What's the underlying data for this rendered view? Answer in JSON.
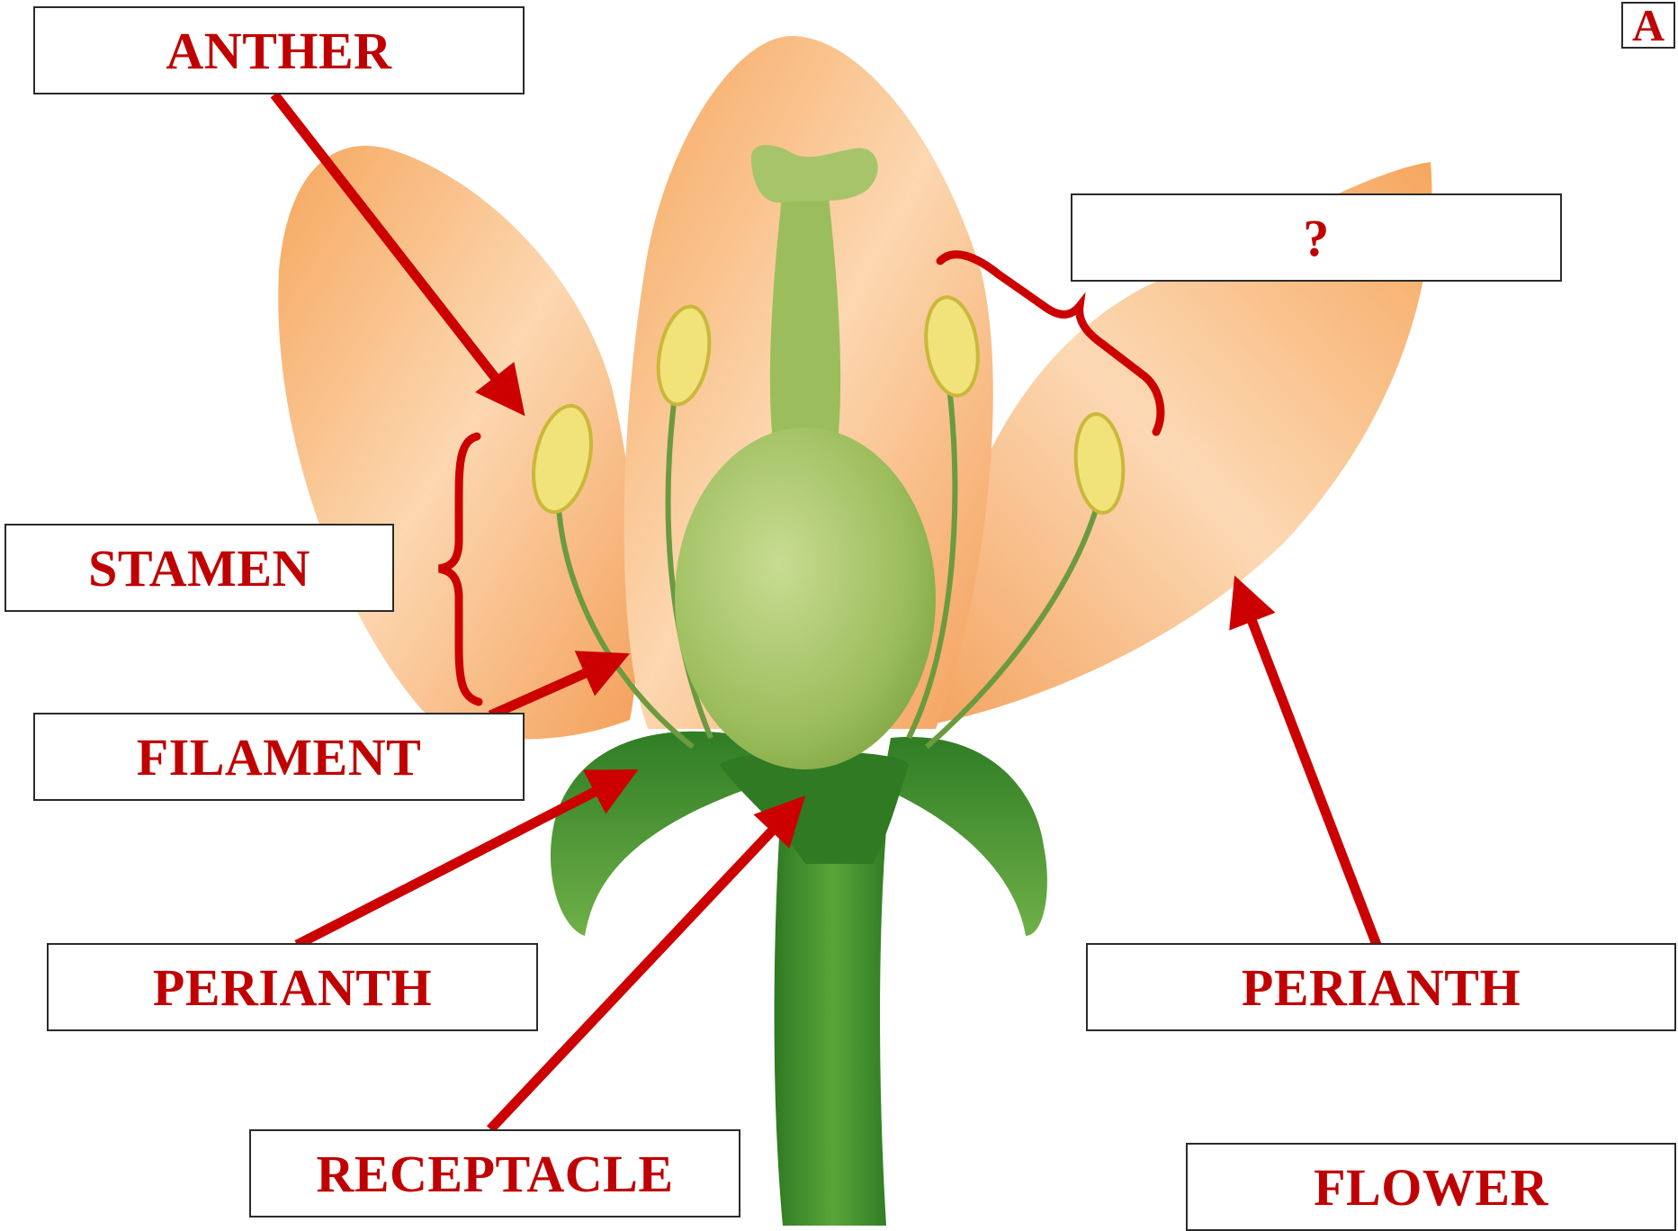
{
  "labels": {
    "anther": "ANTHER",
    "unknown": "?",
    "stamen": "STAMEN",
    "filament": "FILAMENT",
    "perianth_left": "PERIANTH",
    "perianth_right": "PERIANTH",
    "receptacle": "RECEPTACLE",
    "flower": "FLOWER",
    "corner": "A"
  },
  "colors": {
    "label_text": "#c00000",
    "arrow": "#cc0000",
    "petal": "#f8b97a",
    "pistil": "#a6c46a",
    "anther": "#f1e27a",
    "stem": "#3f8a2a"
  }
}
